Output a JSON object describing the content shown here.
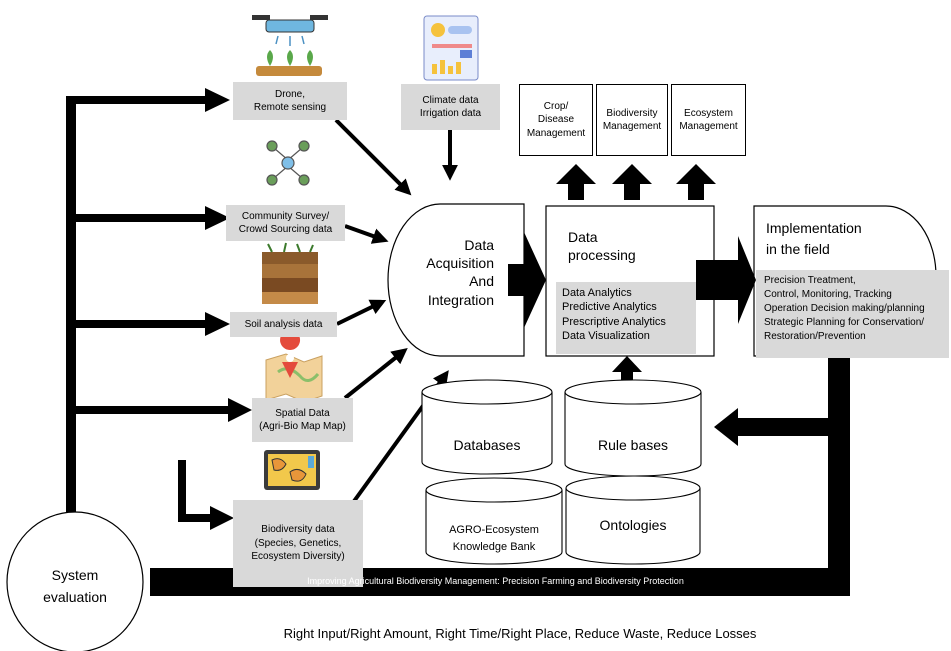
{
  "sources": {
    "drone": "Drone,\nRemote sensing",
    "climate": "Climate data\nIrrigation data",
    "community": "Community Survey/\nCrowd Sourcing data",
    "soil": "Soil analysis data",
    "spatial": "Spatial Data\n(Agri-Bio Map Map)",
    "biodiversity": "Biodiversity data\n(Species, Genetics,\nEcosystem Diversity)"
  },
  "management": {
    "crop": "Crop/\nDisease\nManagement",
    "biodiversity": "Biodiversity\nManagement",
    "ecosystem": "Ecosystem\nManagement"
  },
  "acquisition": {
    "title": "Data\nAcquisition\nAnd\nIntegration"
  },
  "processing": {
    "title": "Data\nprocessing",
    "items": [
      "Data Analytics",
      "Predictive Analytics",
      "Prescriptive Analytics",
      "Data Visualization"
    ]
  },
  "implementation": {
    "title": "Implementation\nin the field",
    "items": [
      "Precision Treatment,",
      "Control, Monitoring, Tracking",
      "Operation Decision making/planning",
      "Strategic Planning for Conservation/",
      "Restoration/Prevention"
    ]
  },
  "stores": {
    "databases": "Databases",
    "rulebases": "Rule bases",
    "knowledge": "AGRO-Ecosystem\nKnowledge Bank",
    "ontologies": "Ontologies"
  },
  "evaluation": "System\nevaluation",
  "band_text": "Improving Agricultural Biodiversity Management: Precision Farming and Biodiversity Protection",
  "footer": "Right Input/Right Amount,  Right Time/Right Place, Reduce Waste, Reduce Losses",
  "icons": [
    "drone-icon",
    "weather-dashboard-icon",
    "people-network-icon",
    "soil-layers-icon",
    "map-pin-icon",
    "map-screen-icon"
  ],
  "colors": {
    "box_grey": "#d9d9d9",
    "arrow": "#000000"
  }
}
